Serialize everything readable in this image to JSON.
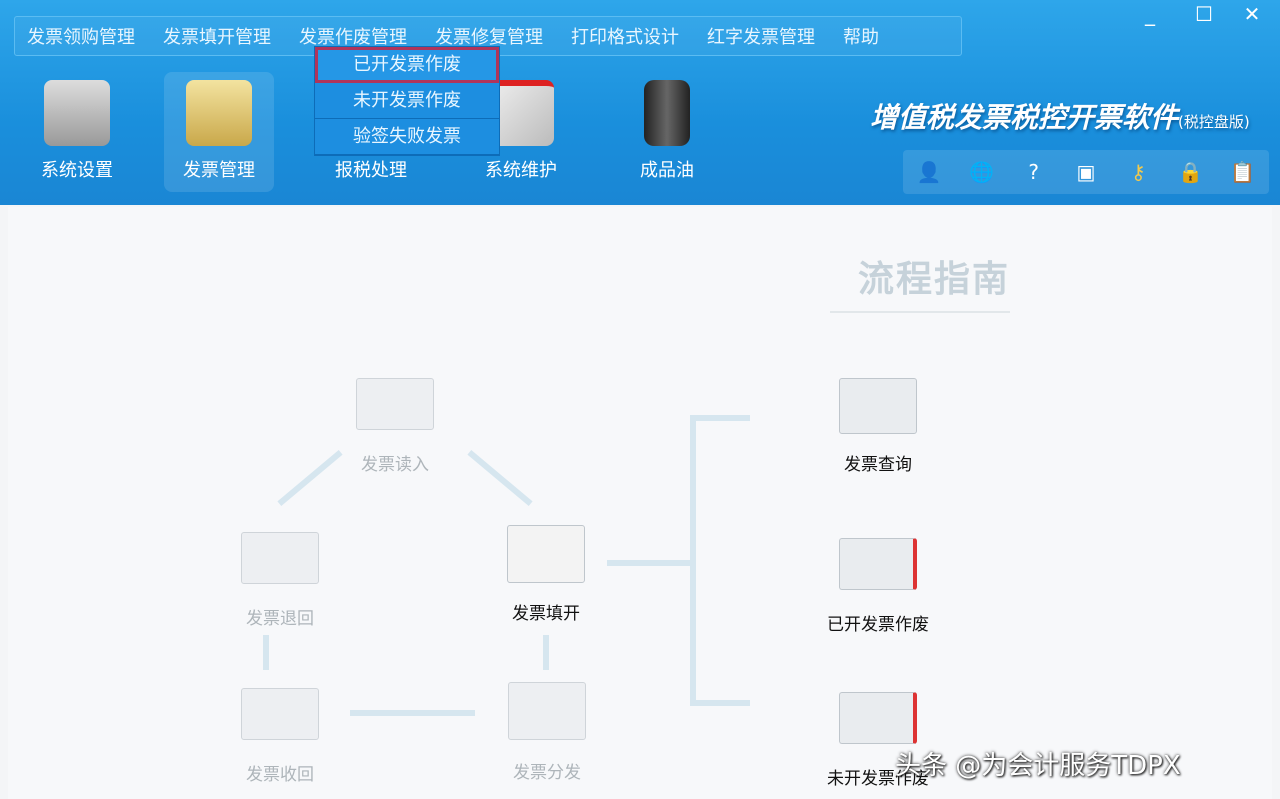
{
  "menubar": [
    "发票领购管理",
    "发票填开管理",
    "发票作废管理",
    "发票修复管理",
    "打印格式设计",
    "红字发票管理",
    "帮助"
  ],
  "window": {
    "minimize": "_",
    "maximize": "☐",
    "close": "✕"
  },
  "toolbar": [
    "系统设置",
    "发票管理",
    "报税处理",
    "系统维护",
    "成品油"
  ],
  "dropdown": [
    "已开发票作废",
    "未开发票作废",
    "验签失败发票"
  ],
  "brand": {
    "title": "增值税发票税控开票软件",
    "edition": "(税控盘版)"
  },
  "quick_tools": [
    "user-icon",
    "globe-icon",
    "help-icon",
    "window-icon",
    "key-icon",
    "lock-icon",
    "clipboard-icon"
  ],
  "guide": {
    "title": "流程指南",
    "nodes": {
      "read": "发票读入",
      "return": "发票退回",
      "fill": "发票填开",
      "recover": "发票收回",
      "distribute": "发票分发",
      "query": "发票查询",
      "void_issued": "已开发票作废",
      "void_unissued": "未开发票作废"
    }
  },
  "watermark": "头条 @为会计服务TDPX",
  "colors": {
    "header": "#1a8fdc",
    "highlight": "#b0345a"
  }
}
